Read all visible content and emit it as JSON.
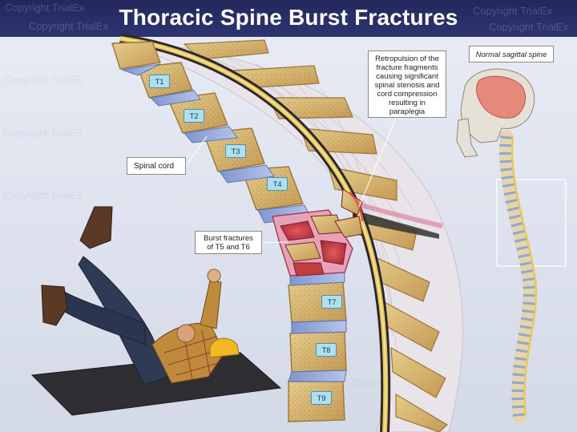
{
  "title": "Thoracic Spine Burst Fractures",
  "watermark": "Copyright TrialEx",
  "labels": {
    "spinal_cord": "Spinal cord",
    "burst_fractures_line1": "Burst fractures",
    "burst_fractures_line2": "of T5 and T6",
    "retropulsion_lines": [
      "Retropulsion of the",
      "fracture fragments",
      "causing significant",
      "spinal stenosis and",
      "cord compression",
      "resulting in",
      "paraplegia"
    ],
    "normal_spine": "Normal sagittal spine"
  },
  "vertebrae": [
    "T1",
    "T2",
    "T3",
    "T4",
    "T7",
    "T8",
    "T9"
  ],
  "colors": {
    "title_bar": "#23285c",
    "bone": "#d8b873",
    "bone_dark": "#b58a46",
    "disc": "#8fa6d8",
    "spinal_cord": "#e8c85a",
    "fracture": "#c23d3d",
    "tag_fill": "#aee0f0"
  }
}
